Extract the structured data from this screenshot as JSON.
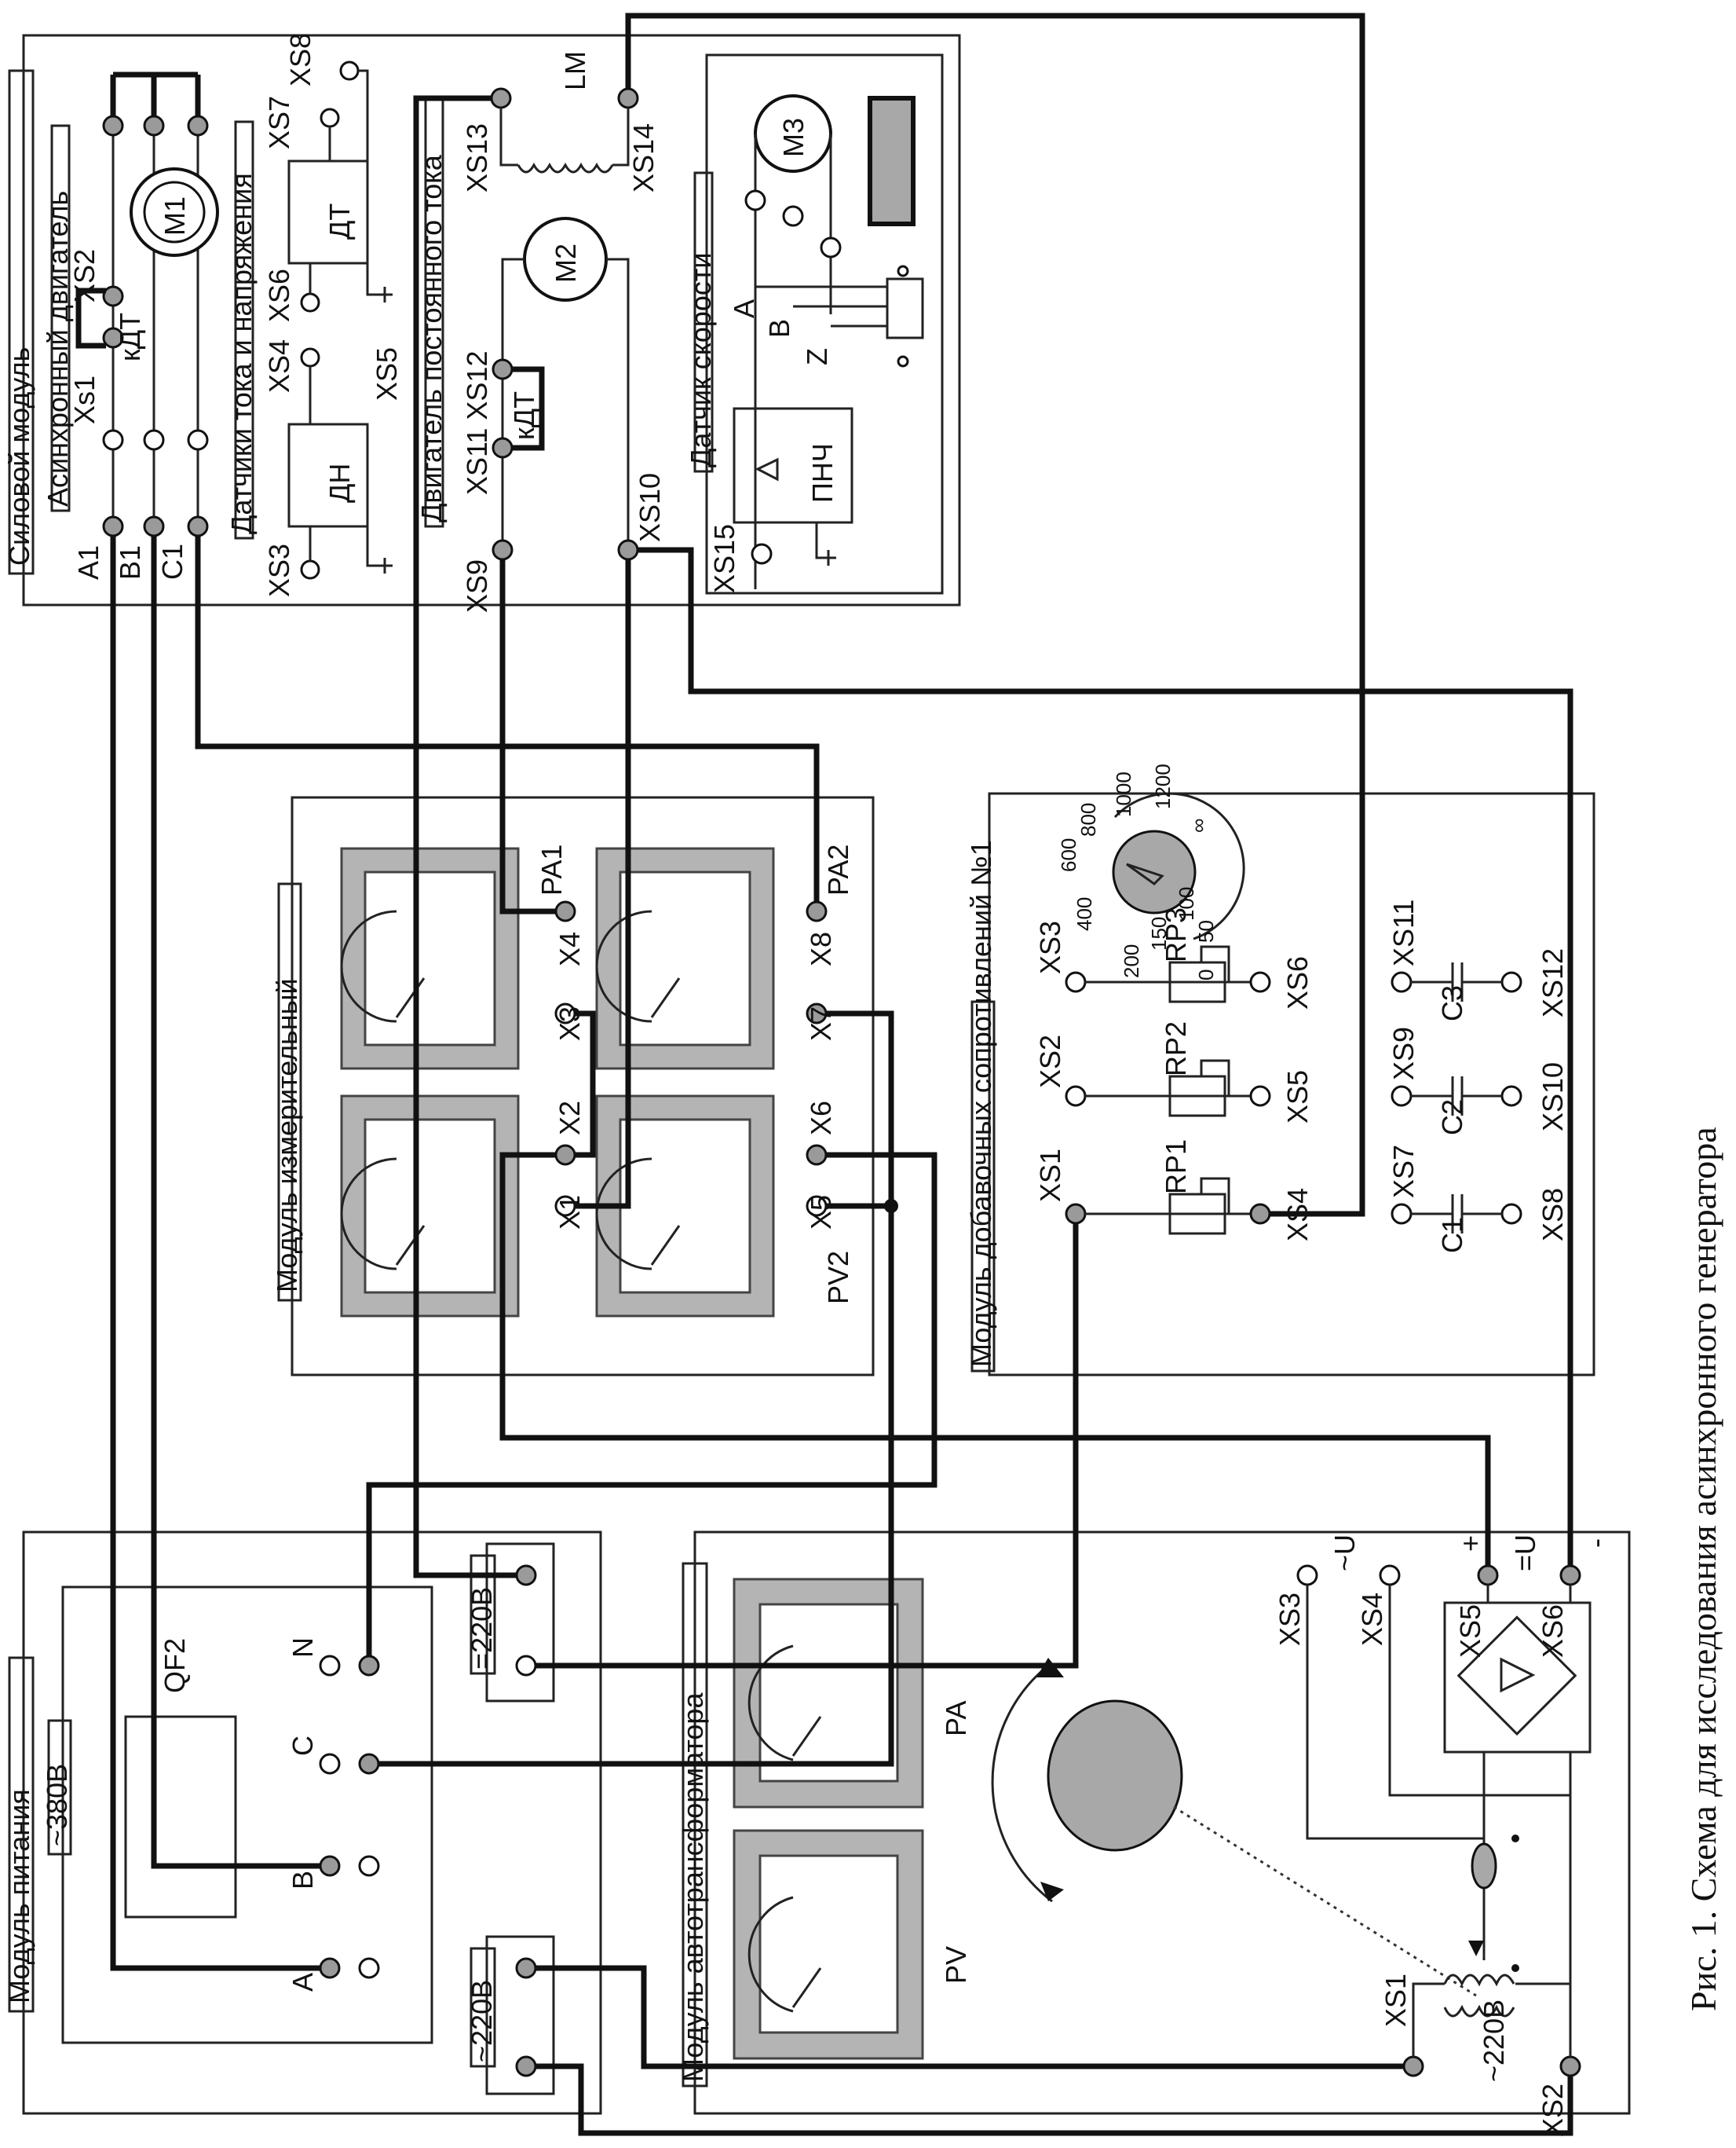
{
  "caption": "Рис. 1. Схема для исследования асинхронного генератора",
  "modules": {
    "power_module": {
      "title": "Силовой модуль",
      "async_motor": {
        "title": "Асинхронный двигатель",
        "motor": "M1",
        "terminals": [
          "A1",
          "B1",
          "C1",
          "Xs1",
          "XS2"
        ],
        "sensor": "кДТ"
      },
      "sensors": {
        "title": "Датчики тока и напряжения",
        "voltage_sensor": "ДН",
        "current_sensor": "ДТ",
        "terminals": [
          "XS3",
          "XS4",
          "XS5",
          "XS6",
          "XS7",
          "XS8"
        ]
      },
      "dc_motor": {
        "title": "Двигатель постоянного тока",
        "motor": "M2",
        "field": "LM",
        "sensor": "кДТ",
        "terminals": [
          "XS9",
          "XS10",
          "XS11",
          "XS12",
          "XS13",
          "XS14"
        ]
      },
      "speed_sensor": {
        "title": "Датчик скорости",
        "motor": "M3",
        "converter": "ПНЧ",
        "channels": [
          "A",
          "B",
          "Z"
        ],
        "terminal": "XS15"
      }
    },
    "measuring_module": {
      "title": "Модуль измерительный",
      "meters": [
        "PA1",
        "PA2",
        "PV2"
      ],
      "terminals": [
        "X1",
        "X2",
        "X3",
        "X4",
        "X5",
        "X6",
        "X7",
        "X8"
      ]
    },
    "resistor_module": {
      "title": "Модуль добавочных сопротивлений №1",
      "resistors": [
        "RP1",
        "RP2",
        "RP3"
      ],
      "capacitors": [
        "C1",
        "C2",
        "C3"
      ],
      "terminals": [
        "XS1",
        "XS2",
        "XS3",
        "XS4",
        "XS5",
        "XS6",
        "XS7",
        "XS8",
        "XS9",
        "XS10",
        "XS11",
        "XS12"
      ],
      "dial_values": [
        "0",
        "50",
        "100",
        "150",
        "200",
        "400",
        "600",
        "800",
        "1000",
        "1200",
        "∞"
      ]
    },
    "supply_module": {
      "title": "Модуль питания",
      "breaker": "QF2",
      "mains": "~380В",
      "phases": [
        "A",
        "B",
        "C",
        "N"
      ],
      "dc_out": "=220В",
      "ac_out": "~220В"
    },
    "autotransformer_module": {
      "title": "Модуль автотрансформатора",
      "meters": [
        "PA",
        "PV"
      ],
      "terminals": [
        "XS1",
        "XS2",
        "XS3",
        "XS4",
        "XS5",
        "XS6"
      ],
      "ac_label": "~U",
      "dc_label": "=U",
      "plus": "+",
      "minus": "-",
      "winding": "~220В"
    }
  }
}
